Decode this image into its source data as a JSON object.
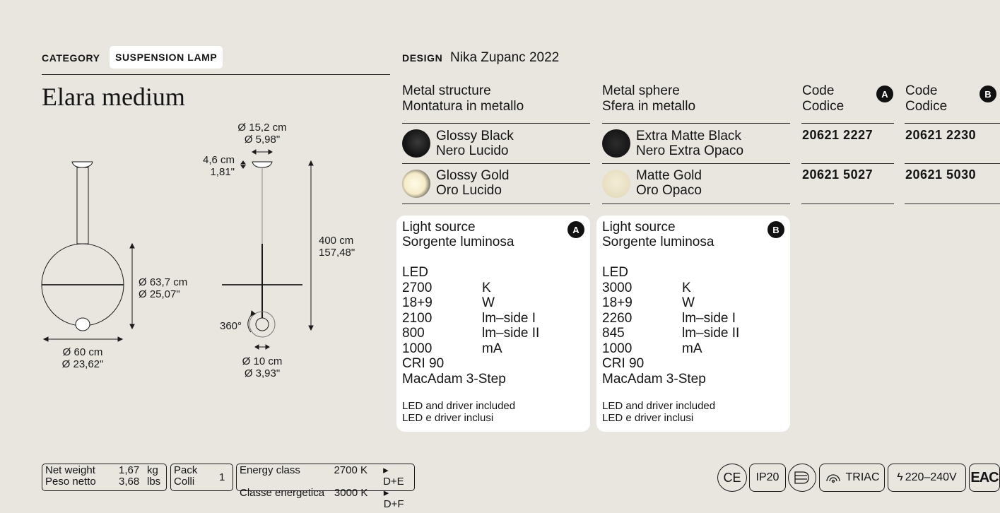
{
  "header": {
    "category_label": "CATEGORY",
    "category_value": "SUSPENSION LAMP",
    "product_name": "Elara medium",
    "design_label": "DESIGN",
    "design_value": "Nika Zupanc 2022"
  },
  "columns": {
    "structure": {
      "line1": "Metal structure",
      "line2": "Montatura in metallo"
    },
    "sphere": {
      "line1": "Metal sphere",
      "line2": "Sfera in metallo"
    },
    "code_a": {
      "line1": "Code",
      "line2": "Codice",
      "badge": "A"
    },
    "code_b": {
      "line1": "Code",
      "line2": "Codice",
      "badge": "B"
    }
  },
  "finishes": [
    {
      "structure_name": "Glossy Black",
      "structure_name_it": "Nero Lucido",
      "structure_swatch": "#111111",
      "sphere_name": "Extra Matte Black",
      "sphere_name_it": "Nero Extra Opaco",
      "sphere_swatch": "#1a1a1a",
      "code_a": "20621 2227",
      "code_b": "20621 2230"
    },
    {
      "structure_name": "Glossy Gold",
      "structure_name_it": "Oro Lucido",
      "structure_swatch": "#f5ebc8",
      "sphere_name": "Matte Gold",
      "sphere_name_it": "Oro Opaco",
      "sphere_swatch": "#e8dfc2",
      "code_a": "20621 5027",
      "code_b": "20621 5030"
    }
  ],
  "light_sources": [
    {
      "badge": "A",
      "title": "Light source",
      "title_it": "Sorgente luminosa",
      "type": "LED",
      "specs": [
        {
          "value": "2700",
          "unit": "K"
        },
        {
          "value": "18+9",
          "unit": "W"
        },
        {
          "value": "2100",
          "unit": "lm–side I"
        },
        {
          "value": "800",
          "unit": "lm–side II"
        },
        {
          "value": "1000",
          "unit": "mA"
        }
      ],
      "cri": "CRI 90",
      "macadam": "MacAdam 3-Step",
      "note": "LED and driver included",
      "note_it": "LED e driver inclusi"
    },
    {
      "badge": "B",
      "title": "Light source",
      "title_it": "Sorgente luminosa",
      "type": "LED",
      "specs": [
        {
          "value": "3000",
          "unit": "K"
        },
        {
          "value": "18+9",
          "unit": "W"
        },
        {
          "value": "2260",
          "unit": "lm–side I"
        },
        {
          "value": "845",
          "unit": "lm–side II"
        },
        {
          "value": "1000",
          "unit": "mA"
        }
      ],
      "cri": "CRI 90",
      "macadam": "MacAdam 3-Step",
      "note": "LED and driver included",
      "note_it": "LED e driver inclusi"
    }
  ],
  "dimensions": {
    "canopy_cm": "Ø 15,2 cm",
    "canopy_in": "Ø 5,98\"",
    "canopy_h_cm": "4,6 cm",
    "canopy_h_in": "1,81\"",
    "height_cm": "400 cm",
    "height_in": "157,48\"",
    "sphere_cm": "Ø 63,7 cm",
    "sphere_in": "Ø 25,07\"",
    "width_cm": "Ø 60 cm",
    "width_in": "Ø 23,62\"",
    "rotation": "360°",
    "base_cm": "Ø 10 cm",
    "base_in": "Ø 3,93\""
  },
  "footer": {
    "weight": {
      "label": "Net weight",
      "label_it": "Peso netto",
      "kg": "1,67",
      "kg_unit": "kg",
      "lbs": "3,68",
      "lbs_unit": "lbs"
    },
    "pack": {
      "label": "Pack",
      "label_it": "Colli",
      "value": "1"
    },
    "energy": {
      "label": "Energy class",
      "label_it": "Classe energetica",
      "rows": [
        {
          "temp": "2700 K",
          "class": "▸ D+E"
        },
        {
          "temp": "3000 K",
          "class": "▸ D+F"
        }
      ]
    },
    "certs": {
      "ce": "CE",
      "ip": "IP20",
      "triac": "TRIAC",
      "voltage": "220–240V",
      "eac": "EAC"
    }
  }
}
